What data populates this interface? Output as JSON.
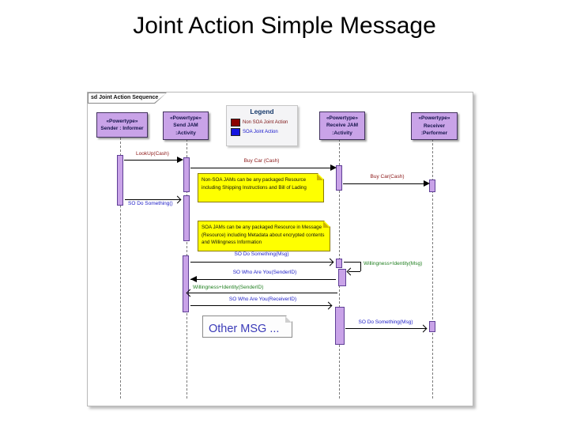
{
  "slide": {
    "title": "Joint Action Simple Message"
  },
  "diagram": {
    "frame_label": "sd Joint Action Sequence",
    "lifelines": [
      {
        "stereotype": "«Powertype»",
        "name": "Sender : Informer",
        "type": ""
      },
      {
        "stereotype": "«Powertype»",
        "name": "Send JAM",
        "type": ":Activity"
      },
      {
        "stereotype": "«Powertype»",
        "name": "Receive JAM",
        "type": ":Activity"
      },
      {
        "stereotype": "«Powertype»",
        "name": "Receiver",
        "type": ":Performer"
      }
    ],
    "legend": {
      "title": "Legend",
      "entries": [
        {
          "label": "Non SOA Joint Action",
          "color": "#8b0000"
        },
        {
          "label": "SOA Joint Action",
          "color": "#1414e0"
        }
      ]
    },
    "messages": [
      {
        "label": "LookUp(Cash)",
        "kind": "non-soa"
      },
      {
        "label": "Buy Car (Cash)",
        "kind": "non-soa"
      },
      {
        "label": "Buy Car(Cash)",
        "kind": "non-soa"
      },
      {
        "label": "SO Do Something()",
        "kind": "soa"
      },
      {
        "label": "SO Do Something(Msg)",
        "kind": "soa"
      },
      {
        "label": "Willingness+Identity(Msg)",
        "kind": "willingness"
      },
      {
        "label": "SO Who Are You(SenderID)",
        "kind": "soa"
      },
      {
        "label": "Willingness+Identity(SenderID)",
        "kind": "willingness"
      },
      {
        "label": "SO Who Are You(ReceiverID)",
        "kind": "soa"
      },
      {
        "label": "SO Do Something(Msg)",
        "kind": "soa"
      }
    ],
    "notes": [
      {
        "text": "Non-SOA JAMs can be any packaged Resource including Shipping Instructions and Bill of Lading"
      },
      {
        "text": "SOA JAMs can be any packaged Resource in Message (Resource) including Metadata about encrypted contents and Willingness Information"
      },
      {
        "text": "Other MSG ..."
      }
    ],
    "colors": {
      "lifeline_fill": "#c9a3e8",
      "non_soa_text": "#8b1515",
      "soa_text": "#2020c8",
      "willingness_text": "#1e7e1e",
      "note_fill": "#feff00"
    }
  }
}
